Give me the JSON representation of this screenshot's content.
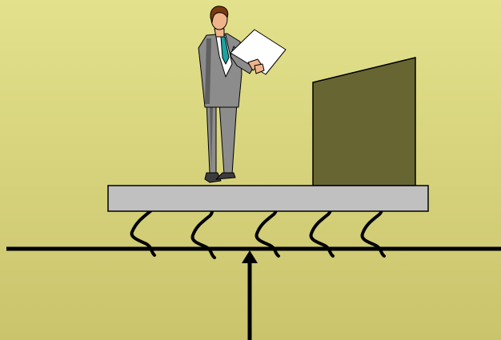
{
  "scene": {
    "figure": "businessman-reading-paper-icon",
    "platform": "grey-slab",
    "springs": 5,
    "wall": "olive-block",
    "ground": "horizontal-line",
    "force": "upward-arrow"
  },
  "colors": {
    "background_top": "#e3e18c",
    "background_bottom": "#cac46c",
    "platform_fill": "#c0c0c0",
    "wall_fill": "#676632",
    "stroke": "#000000",
    "suit": "#8c8c8c",
    "suit_dark": "#5f5f5f",
    "tie": "#1aa3a3",
    "skin": "#f0b48a",
    "hair": "#7a3a10",
    "paper": "#ffffff"
  }
}
